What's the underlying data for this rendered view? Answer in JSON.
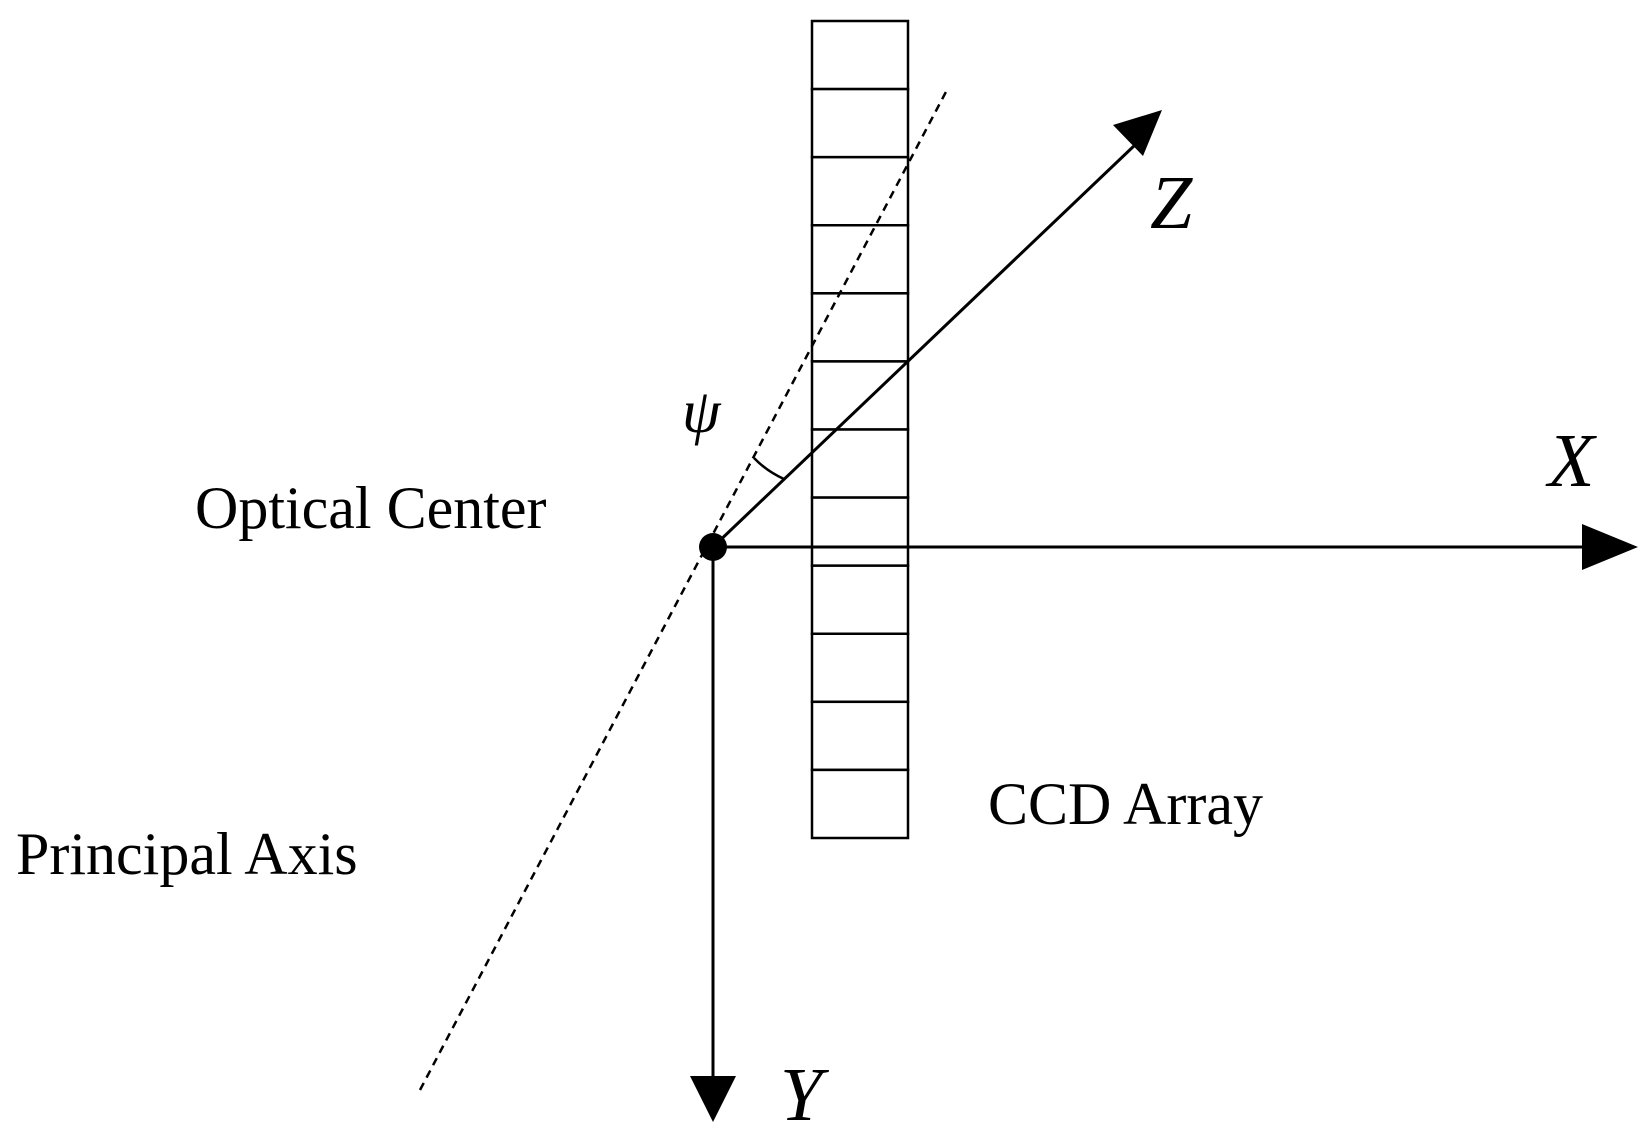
{
  "labels": {
    "optical_center": "Optical Center",
    "principal_axis": "Principal Axis",
    "ccd_array": "CCD Array",
    "x_axis": "X",
    "y_axis": "Y",
    "z_axis": "Z",
    "angle": "ψ"
  },
  "ccd_array": {
    "cell_count": 12
  },
  "colors": {
    "line": "#000000",
    "background": "#ffffff"
  }
}
